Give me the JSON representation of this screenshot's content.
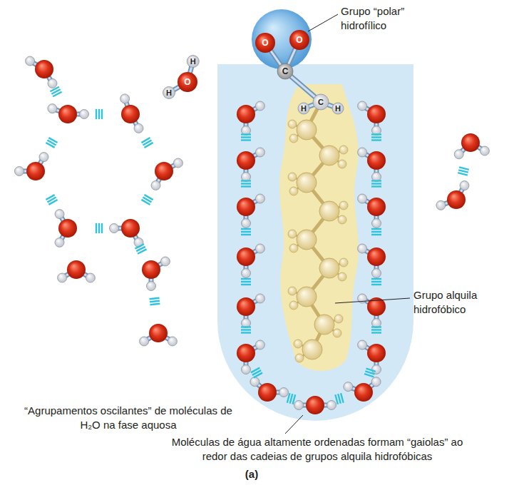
{
  "diagram": {
    "caption": "(a)",
    "labels": [
      "Grupo “polar” hidrofílico",
      "H",
      "H",
      "O",
      "O",
      "O",
      "C",
      "H",
      "C",
      "H",
      "Grupo alquila hidrofóbico",
      "“Agrupamentos oscilantes” de moléculas de H₂O na fase aquosa",
      "Moléculas de água altamente ordenadas formam “gaiolas” ao redor das cadeias de grupos alquila hidrofóbicas"
    ]
  }
}
